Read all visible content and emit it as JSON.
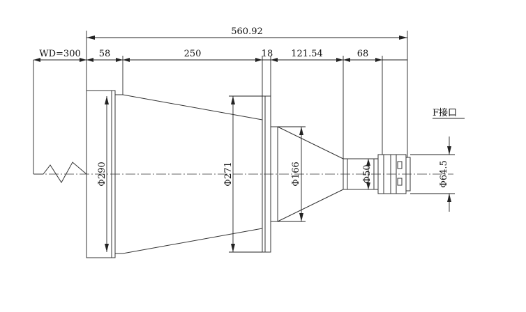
{
  "dimensions": {
    "total_length": "560.92",
    "working_distance": "WD=300",
    "seg_front_flange": "58",
    "seg_cone_large": "250",
    "seg_flange": "18",
    "seg_cone_small": "121.54",
    "seg_rear": "68",
    "dia_front": "Φ290",
    "dia_flange": "Φ271",
    "dia_cone_small": "Φ166",
    "dia_barrel": "Φ50",
    "dia_mount": "Φ64.5"
  },
  "labels": {
    "mount_type": "F接口"
  }
}
